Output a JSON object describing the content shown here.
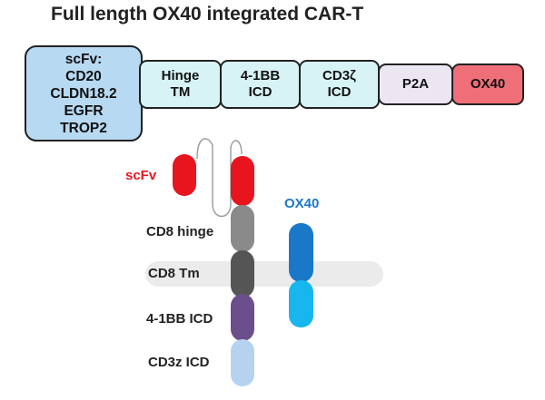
{
  "title": "Full length OX40 integrated CAR-T",
  "construct": {
    "scfv": "scFv:\nCD20\nCLDN18.2\nEGFR\nTROP2",
    "hinge_tm": "Hinge\nTM",
    "bb_icd": "4-1BB\nICD",
    "cd3z_icd": "CD3ζ\nICD",
    "p2a": "P2A",
    "ox40": "OX40"
  },
  "schematic": {
    "scfv_label": "scFv",
    "ox40_label": "OX40",
    "cd8_hinge_label": "CD8 hinge",
    "cd8_tm_label": "CD8 Tm",
    "bb_icd_label": "4-1BB ICD",
    "cd3z_icd_label": "CD3z ICD"
  },
  "colors": {
    "scfv_box": "#b7d9f2",
    "hinge_box": "#d7f3f5",
    "p2a_box": "#ece6f3",
    "ox40_box": "#ef6f78",
    "scfv_red": "#e8141e",
    "hinge_grey": "#8a8a8a",
    "tm_dark": "#555555",
    "bb_purple": "#6a4f8c",
    "cd3z_lightblue": "#b5d3ef",
    "ox40_blue": "#1a78c9",
    "ox40_cyan": "#18b6ee",
    "membrane": "#ebebeb"
  }
}
